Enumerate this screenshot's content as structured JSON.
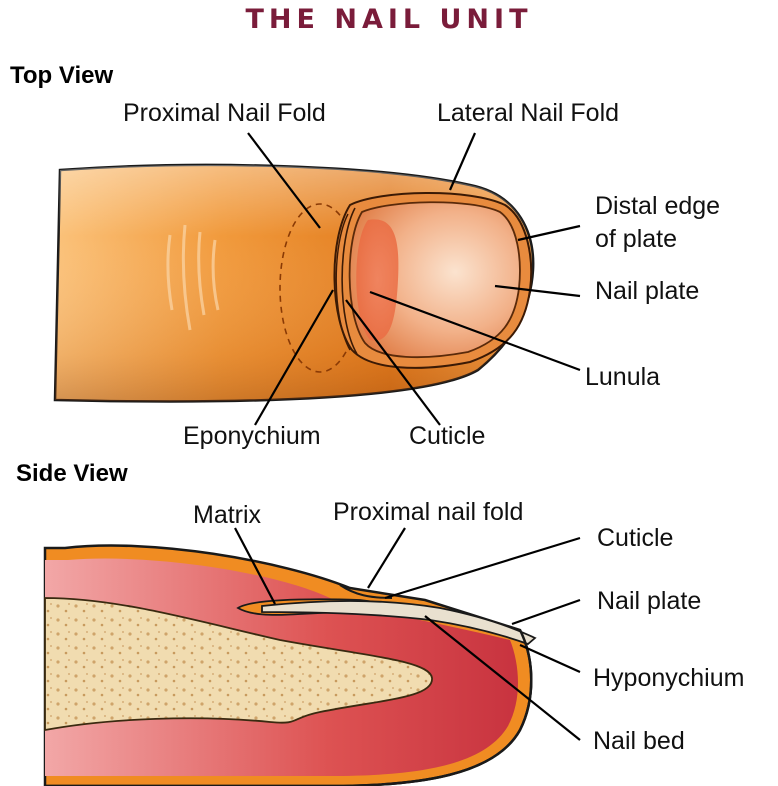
{
  "title": "THE NAIL UNIT",
  "top_view": {
    "heading": "Top View",
    "labels": {
      "proximal_nail_fold": "Proximal Nail Fold",
      "lateral_nail_fold": "Lateral Nail Fold",
      "distal_edge_line1": "Distal edge",
      "distal_edge_line2": "of plate",
      "nail_plate": "Nail plate",
      "lunula": "Lunula",
      "eponychium": "Eponychium",
      "cuticle": "Cuticle"
    }
  },
  "side_view": {
    "heading": "Side View",
    "labels": {
      "matrix": "Matrix",
      "proximal_nail_fold": "Proximal nail fold",
      "cuticle": "Cuticle",
      "nail_plate": "Nail plate",
      "hyponychium": "Hyponychium",
      "nail_bed": "Nail bed"
    }
  },
  "colors": {
    "title": "#7a1c3a",
    "skin_dark": "#d9650f",
    "skin_light": "#fbc27a",
    "flesh": "#d9414a",
    "bone": "#f1dcb0"
  }
}
